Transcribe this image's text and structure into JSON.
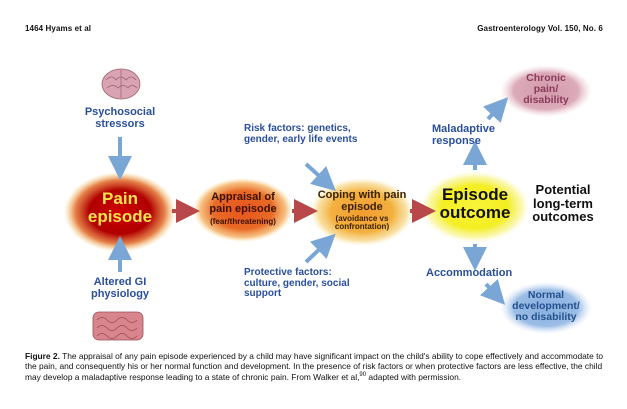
{
  "header": {
    "left": "1464 Hyams et al",
    "right": "Gastroenterology Vol. 150, No. 6"
  },
  "diagram": {
    "psychosocial": "Psychosocial stressors",
    "altered_gi": "Altered GI physiology",
    "pain_episode": "Pain episode",
    "appraisal_title": "Appraisal of pain episode",
    "appraisal_sub": "(fear/threatening)",
    "coping_title": "Coping with pain episode",
    "coping_sub": "(avoidance vs confrontation)",
    "risk_factors": "Risk factors: genetics, gender, early life events",
    "protective_factors": "Protective factors: culture, gender, social support",
    "episode_outcome": "Episode outcome",
    "maladaptive": "Maladaptive response",
    "accommodation": "Accommodation",
    "chronic": "Chronic pain/ disability",
    "normal": "Normal development/ no disability",
    "potential": "Potential long-term outcomes"
  },
  "caption": {
    "label": "Figure 2.",
    "text": " The appraisal of any pain episode experienced by a child may have significant impact on the child's ability to cope effectively and accommodate to the pain, and consequently his or her normal function and development. In the presence of risk factors or when protective factors are less effective, the child may develop a maladaptive response leading to a state of chronic pain. From Walker et al,",
    "ref": "90",
    "tail": " adapted with permission."
  },
  "colors": {
    "label_blue": "#2a4f9a",
    "arrow_blue": "#7aa6d6",
    "arrow_red": "#b9484a",
    "pain_red": "#b00000",
    "outcome_yellow": "#f4ee22",
    "chronic_pink": "#d8a0b0",
    "normal_blue": "#8eb4e0"
  },
  "icons": [
    "brain-icon",
    "intestine-icon"
  ]
}
